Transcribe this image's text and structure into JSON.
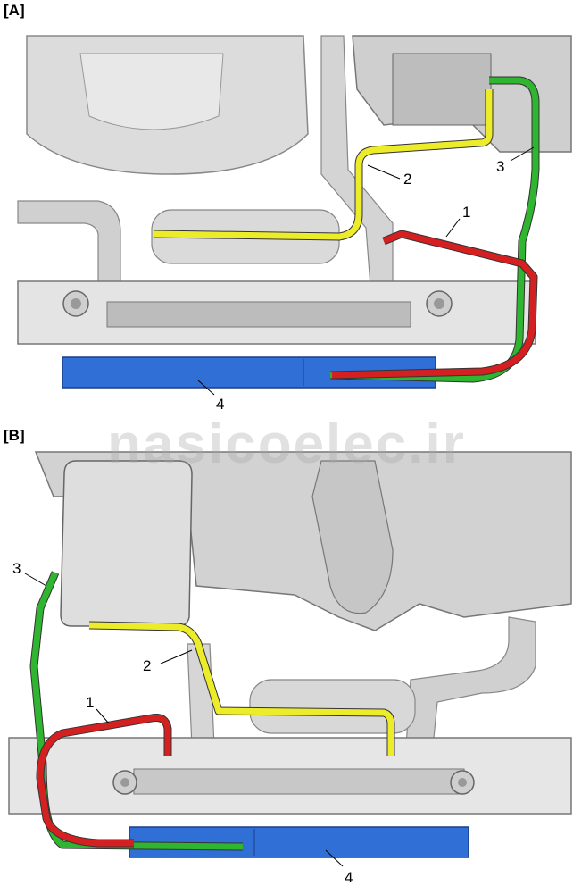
{
  "panels": [
    {
      "label": "[A]",
      "callouts": [
        "1",
        "2",
        "3",
        "4"
      ]
    },
    {
      "label": "[B]",
      "callouts": [
        "1",
        "2",
        "3",
        "4"
      ]
    }
  ],
  "watermark": "nasicoelec.ir",
  "colors": {
    "hose_1": "#d42020",
    "hose_2": "#ecec2a",
    "hose_3": "#2fb52f",
    "part_4": "#2f6fd6",
    "engine": "#d8d8d8"
  }
}
